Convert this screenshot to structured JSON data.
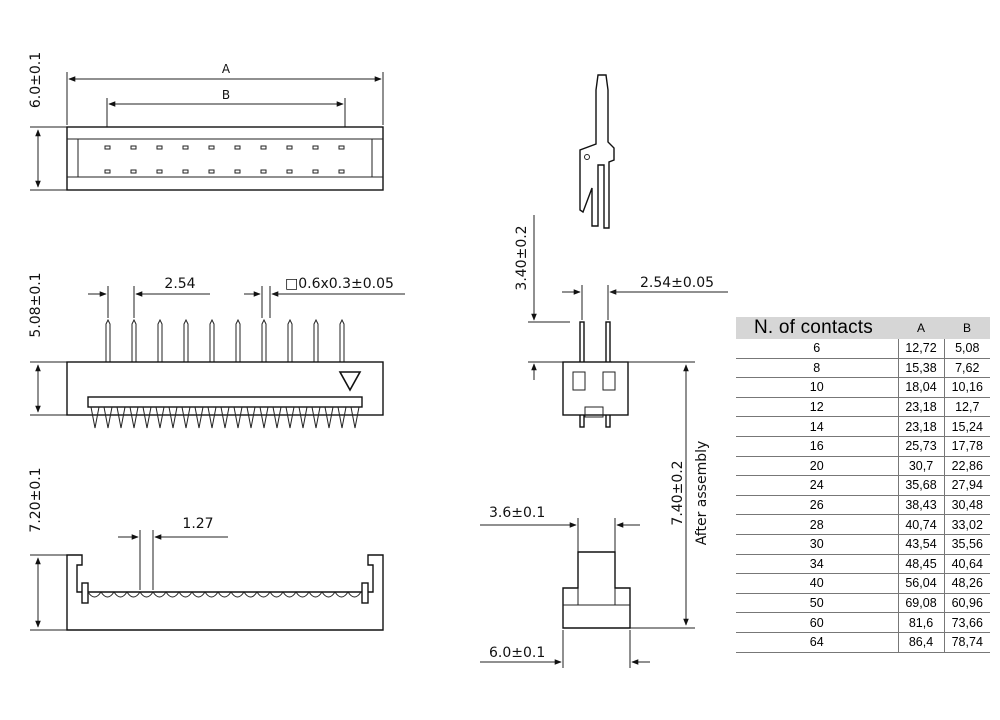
{
  "labels": {
    "height_top": "6.0±0.1",
    "dim_a": "A",
    "dim_b": "B",
    "height_mid": "5.08±0.1",
    "pitch": "2.54",
    "pin_section": "□0.6x0.3±0.05",
    "height_bottom": "7.20±0.1",
    "half_pitch": "1.27",
    "pin_height": "3.40±0.2",
    "side_pitch": "2.54±0.05",
    "assembly_height": "7.40±0.2",
    "after_assembly": "After assembly",
    "width_top": "3.6±0.1",
    "width_bottom": "6.0±0.1"
  },
  "table": {
    "header": "N. of contacts",
    "col_a": "A",
    "col_b": "B",
    "rows": [
      {
        "n": "6",
        "a": "12,72",
        "b": "5,08"
      },
      {
        "n": "8",
        "a": "15,38",
        "b": "7,62"
      },
      {
        "n": "10",
        "a": "18,04",
        "b": "10,16"
      },
      {
        "n": "12",
        "a": "23,18",
        "b": "12,7"
      },
      {
        "n": "14",
        "a": "23,18",
        "b": "15,24"
      },
      {
        "n": "16",
        "a": "25,73",
        "b": "17,78"
      },
      {
        "n": "20",
        "a": "30,7",
        "b": "22,86"
      },
      {
        "n": "24",
        "a": "35,68",
        "b": "27,94"
      },
      {
        "n": "26",
        "a": "38,43",
        "b": "30,48"
      },
      {
        "n": "28",
        "a": "40,74",
        "b": "33,02"
      },
      {
        "n": "30",
        "a": "43,54",
        "b": "35,56"
      },
      {
        "n": "34",
        "a": "48,45",
        "b": "40,64"
      },
      {
        "n": "40",
        "a": "56,04",
        "b": "48,26"
      },
      {
        "n": "50",
        "a": "69,08",
        "b": "60,96"
      },
      {
        "n": "60",
        "a": "81,6",
        "b": "73,66"
      },
      {
        "n": "64",
        "a": "86,4",
        "b": "78,74"
      }
    ]
  }
}
